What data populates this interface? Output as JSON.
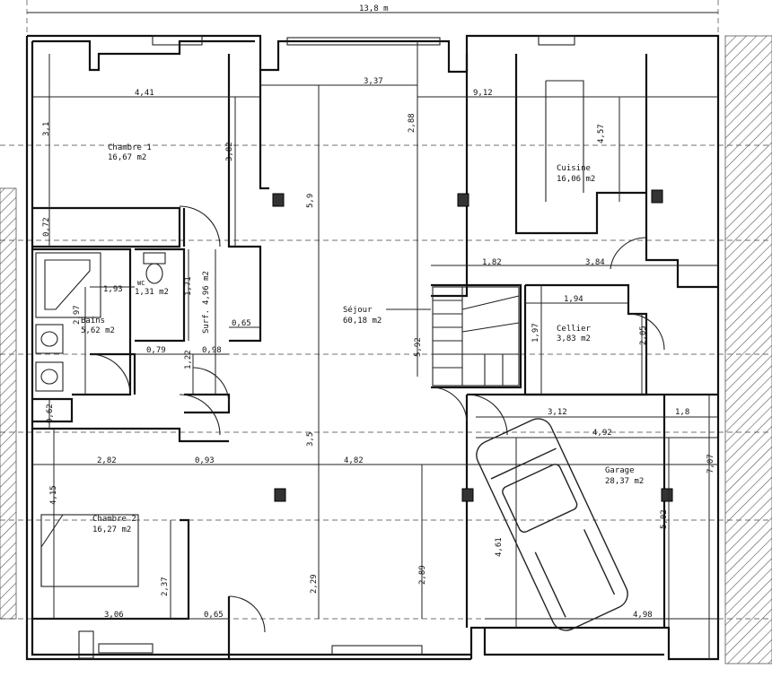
{
  "plan": {
    "overall_width": "13,8 m",
    "rooms": [
      {
        "name": "Chambre 1",
        "area": "16,67 m2"
      },
      {
        "name": "Cuisine",
        "area": "16,06 m2"
      },
      {
        "name": "Séjour",
        "area": "60,18 m2"
      },
      {
        "name": "Cellier",
        "area": "3,83 m2"
      },
      {
        "name": "Bains",
        "area": "5,62 m2"
      },
      {
        "name": "WC",
        "area": "1,31 m2"
      },
      {
        "name": "Surf.",
        "area": "4,96 m2"
      },
      {
        "name": "Garage",
        "area": "28,37 m2"
      },
      {
        "name": "Chambre 2",
        "area": "16,27 m2"
      }
    ],
    "dimensions": [
      "4,41",
      "3,37",
      "9,12",
      "3,1",
      "3,82",
      "2,88",
      "5,9",
      "4,57",
      "0,72",
      "1,93",
      "1,71",
      "0,65",
      "1,82",
      "3,84",
      "1,94",
      "1,97",
      "2,05",
      "2,97",
      "0,79",
      "0,98",
      "1,22",
      "5,92",
      "0,62",
      "3,12",
      "1,8",
      "4,92",
      "2,82",
      "0,93",
      "3,5",
      "4,82",
      "4,15",
      "7,07",
      "4,61",
      "5,02",
      "2,37",
      "2,29",
      "2,89",
      "3,06",
      "0,65",
      "4,98"
    ]
  }
}
